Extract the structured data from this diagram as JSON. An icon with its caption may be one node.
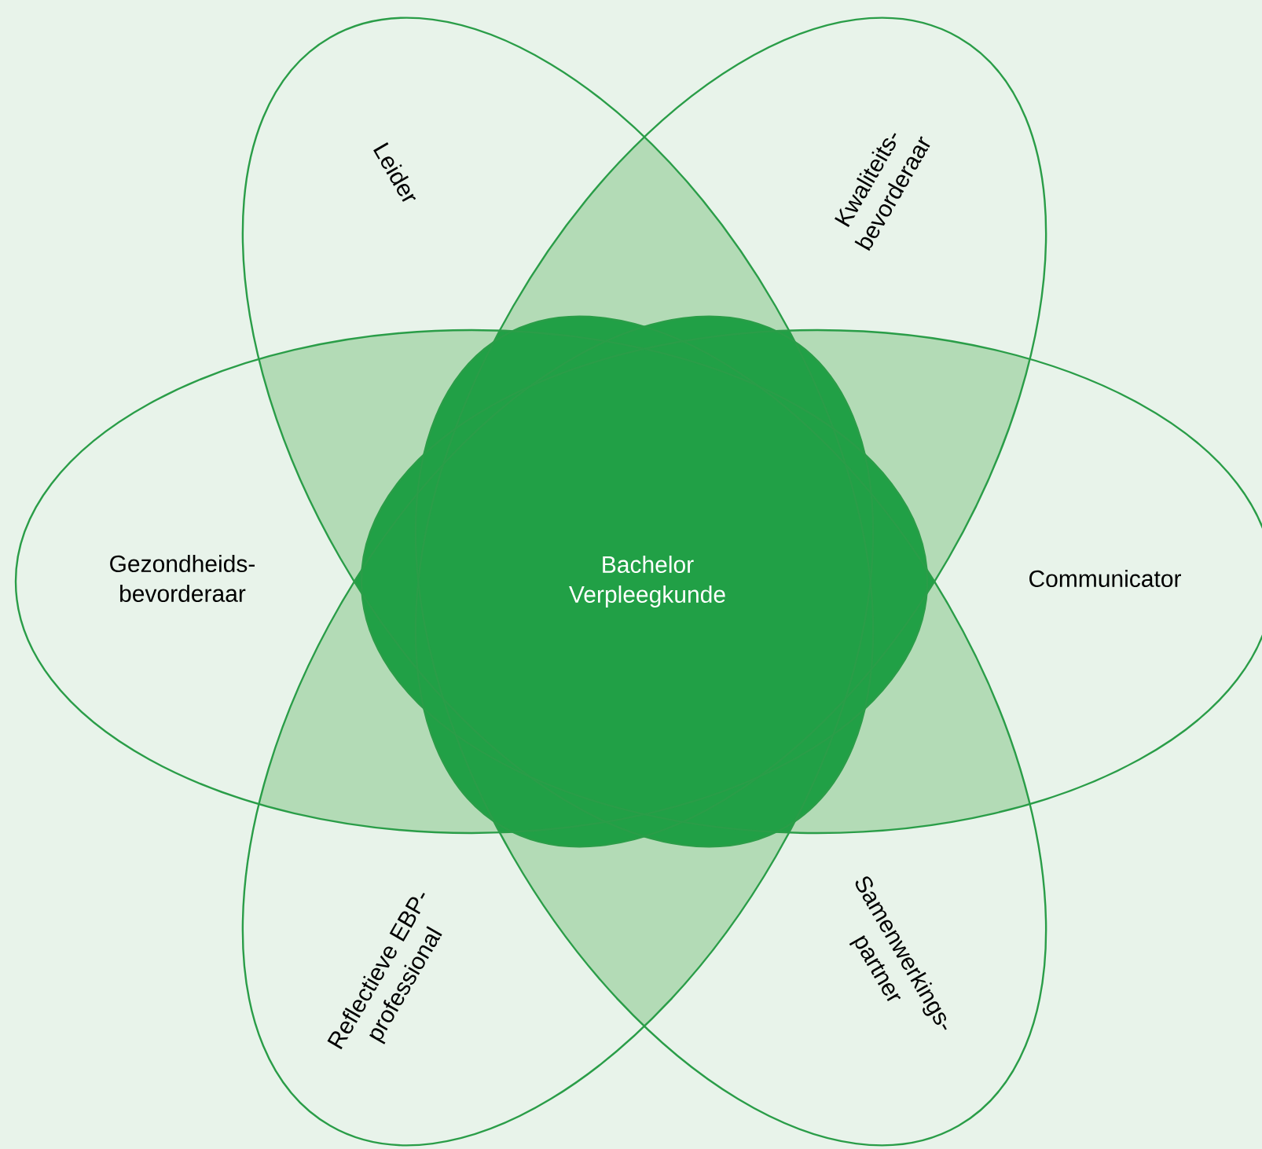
{
  "diagram": {
    "nodes": [
      {
        "text": [
          "Leider"
        ]
      },
      {
        "text": [
          "Kwaliteits- bevorderaar"
        ]
      },
      {
        "text": [
          "Gezondheids- bevorderaar"
        ]
      },
      {
        "text": [
          "Bachelor Verpleegkunde"
        ]
      },
      {
        "text": [
          "Communicator"
        ]
      },
      {
        "text": [
          "Reflectieve EBP- professional"
        ]
      },
      {
        "text": [
          "Samenwerkings- partner"
        ]
      }
    ]
  }
}
